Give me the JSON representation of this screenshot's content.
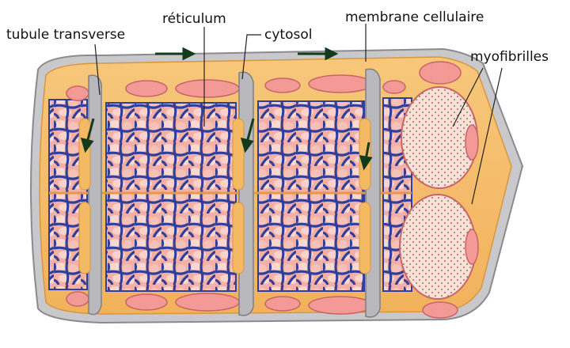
{
  "labels": {
    "t_tubule": "tubule transverse",
    "reticulum": "réticulum",
    "cytosol": "cytosol",
    "membrane": "membrane cellulaire",
    "myofibrils": "myofibrilles"
  }
}
